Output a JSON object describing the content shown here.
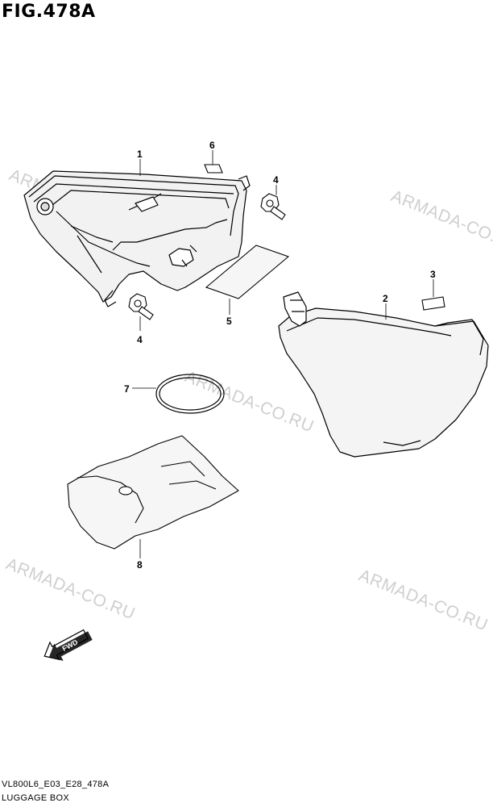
{
  "figure": {
    "title": "FIG.478A"
  },
  "callouts": {
    "p1": "1",
    "p2": "2",
    "p3": "3",
    "p4a": "4",
    "p4b": "4",
    "p5": "5",
    "p6": "6",
    "p7": "7",
    "p8": "8"
  },
  "watermark": "ARMADA-CO.RU",
  "fwd_label": "FWD",
  "footer": {
    "model_code": "VL800L6_E03_E28_478A",
    "section": "LUGGAGE BOX"
  }
}
